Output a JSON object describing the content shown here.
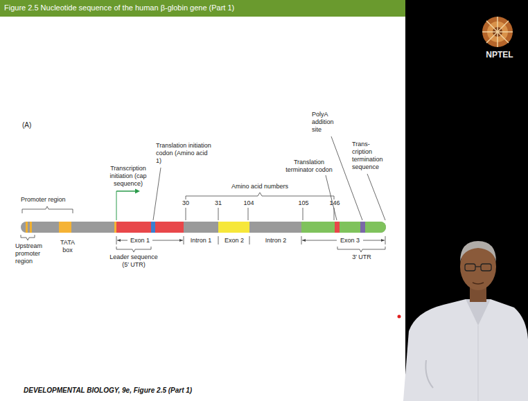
{
  "diagram": {
    "title": "Figure 2.5 Nucleotide sequence of the human β-globin gene (Part 1)",
    "caption": "DEVELOPMENTAL BIOLOGY, 9e, Figure 2.5 (Part 1)",
    "labels": [
      "(A)",
      "Promoter region",
      "Upstream promoter region",
      "TATA box",
      "Transcription initiation (cap sequence)",
      "Translation initiation codon (Amino acid 1)",
      "Exon 1",
      "Leader sequence (5′ UTR)",
      "Amino acid numbers",
      "30",
      "31",
      "104",
      "105",
      "146",
      "Intron 1",
      "Exon 2",
      "Intron 2",
      "Exon 3",
      "Translation terminator codon",
      "PolyA addition site",
      "Trans- cription termination sequence",
      "3′ UTR",
      "NPTEL"
    ]
  }
}
